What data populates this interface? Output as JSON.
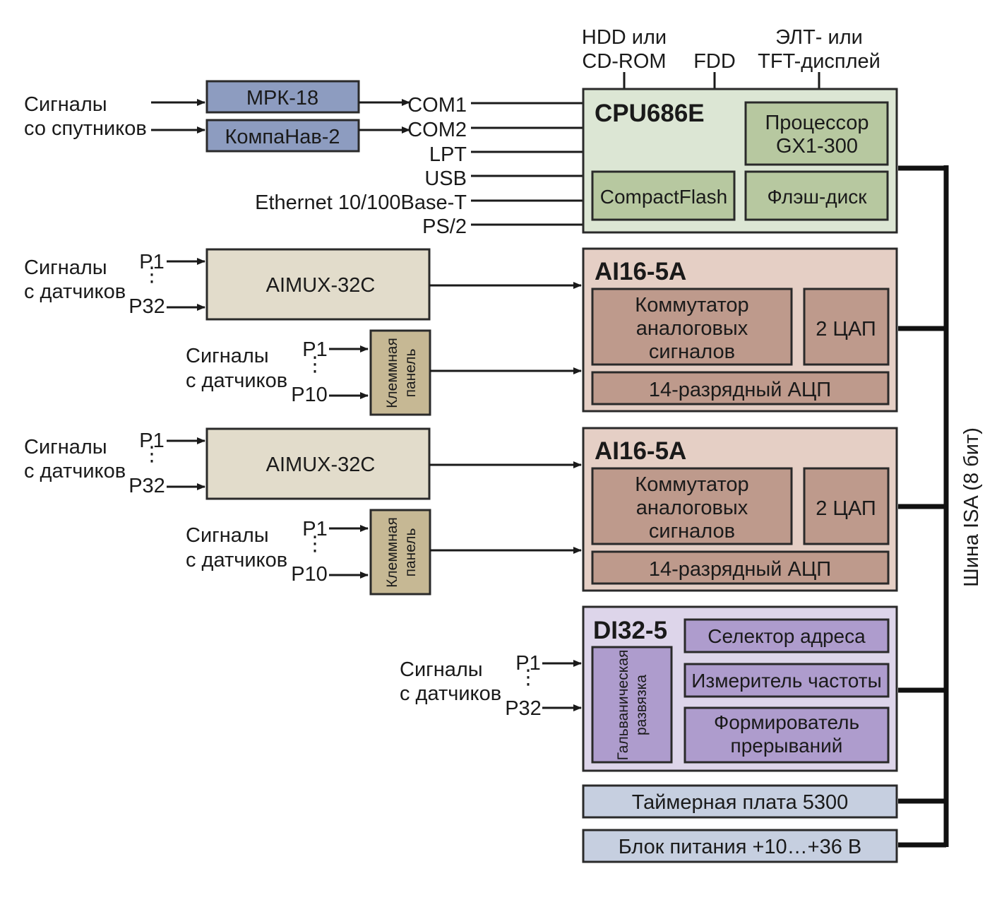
{
  "top_labels": {
    "hdd": [
      "HDD или",
      "CD-ROM"
    ],
    "fdd": "FDD",
    "display": [
      "ЭЛТ- или",
      "TFT-дисплей"
    ]
  },
  "satellite": {
    "signals": [
      "Сигналы",
      "со спутников"
    ],
    "mpk": "МРК-18",
    "kompanav": "КомпаНав-2"
  },
  "ports": [
    "COM1",
    "COM2",
    "LPT",
    "USB",
    "Ethernet 10/100Base-T",
    "PS/2"
  ],
  "cpu": {
    "title": "CPU686E",
    "processor": [
      "Процессор",
      "GX1-300"
    ],
    "compactflash": "CompactFlash",
    "flash": "Флэш-диск"
  },
  "ai_group": {
    "signals": [
      "Сигналы",
      "с датчиков"
    ],
    "p1": "P1",
    "p32": "P32",
    "p10": "P10",
    "aimux": "AIMUX-32C",
    "terminal": [
      "Клеммная",
      "панель"
    ]
  },
  "ai16": {
    "title": "AI16-5A",
    "commutator": [
      "Коммутатор",
      "аналоговых",
      "сигналов"
    ],
    "dac": "2 ЦАП",
    "adc": "14-разрядный АЦП"
  },
  "di": {
    "signals": [
      "Сигналы",
      "с датчиков"
    ],
    "p1": "P1",
    "p32": "P32",
    "title": "DI32-5",
    "isolation": [
      "Гальваническая",
      "развязка"
    ],
    "selector": "Селектор адреса",
    "freq": "Измеритель частоты",
    "interrupt": [
      "Формирователь",
      "прерываний"
    ]
  },
  "timer": "Таймерная плата 5300",
  "power": "Блок питания +10…+36 В",
  "bus": "Шина ISA (8 бит)",
  "colors": {
    "cpu_bg": "#dce6d4",
    "cpu_inner": "#b7c8a0",
    "ai_bg": "#e5cfc5",
    "ai_inner": "#be9a8c",
    "di_bg": "#ddd5ea",
    "di_inner": "#ae9ccd",
    "blue_box": "#8d9cc0",
    "aimux": "#e2dccb",
    "terminal": "#c6b894",
    "lower": "#c6cfe0"
  }
}
